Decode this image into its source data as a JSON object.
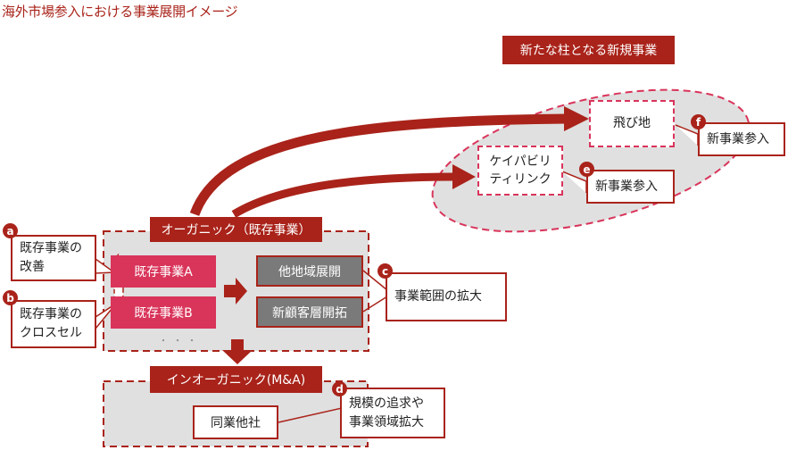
{
  "title": "海外市場参入における事業展開イメージ",
  "new_business": {
    "label": "新たな柱となる新規事業",
    "tobichi": "飛び地",
    "capability_line1": "ケイパビリ",
    "capability_line2": "ティリンク"
  },
  "organic": {
    "label": "オーガニック（既存事業）",
    "business_a": "既存事業A",
    "business_b": "既存事業B",
    "other_region": "他地域展開",
    "new_customer": "新顧客層開拓",
    "ellipsis": "・・・"
  },
  "inorganic": {
    "label": "インオーガニック(M&A)",
    "peer": "同業他社"
  },
  "callouts": [
    {
      "badge": "a",
      "line1": "既存事業の",
      "line2": "改善"
    },
    {
      "badge": "b",
      "line1": "既存事業の",
      "line2": "クロスセル"
    },
    {
      "badge": "c",
      "line1": "事業範囲の拡大",
      "line2": ""
    },
    {
      "badge": "d",
      "line1": "規模の追求や",
      "line2": "事業領域拡大"
    },
    {
      "badge": "e",
      "line1": "新事業参入",
      "line2": ""
    },
    {
      "badge": "f",
      "line1": "新事業参入",
      "line2": ""
    }
  ],
  "colors": {
    "dark_red": "#a9231a",
    "pink": "#d9345a",
    "gray_box": "#7a7a7a",
    "panel_gray": "#e0e0e0"
  }
}
